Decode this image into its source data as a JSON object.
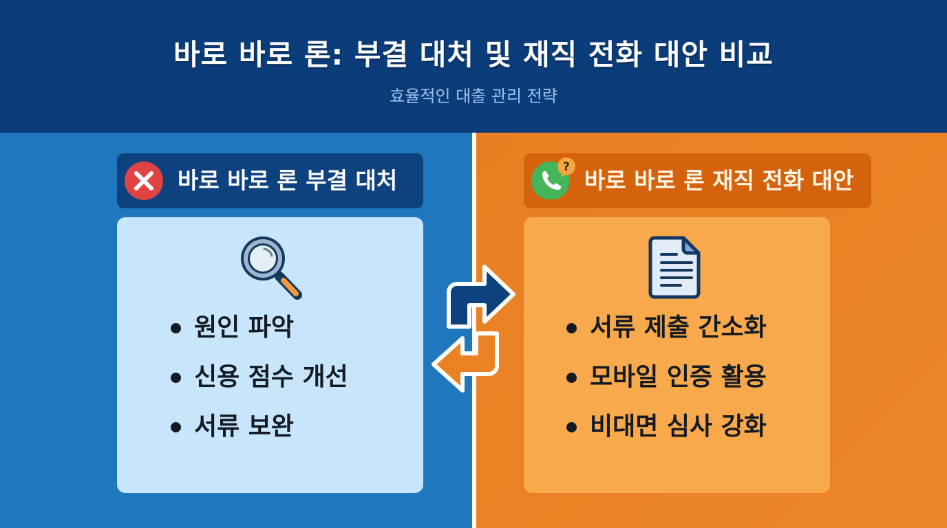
{
  "header": {
    "title": "바로 바로 론: 부결 대처 및 재직 전화 대안 비교",
    "subtitle": "효율적인 대출 관리 전략"
  },
  "colors": {
    "header_bg": "#0b3d7b",
    "left_panel_bg": "#1f78bd",
    "right_panel_bg": "#ea8224",
    "left_label_bg": "#0d427f",
    "right_label_bg": "#d5620c",
    "left_card_bg": "#c7e6fb",
    "right_card_bg": "#f8a94c",
    "reject_red": "#e04343",
    "phone_green": "#45b55a"
  },
  "left": {
    "badge_icon": "x-circle-icon",
    "label": "바로 바로 론 부결 대처",
    "card_icon": "magnifying-glass-icon",
    "items": [
      {
        "text": "원인 파악"
      },
      {
        "text": "신용 점수 개선"
      },
      {
        "text": "서류 보완"
      }
    ]
  },
  "right": {
    "badge_icon": "phone-question-icon",
    "label": "바로 바로 론 재직 전화 대안",
    "card_icon": "document-icon",
    "items": [
      {
        "text": "서류 제출 간소화"
      },
      {
        "text": "모바일 인증 활용"
      },
      {
        "text": "비대면 심사 강화"
      }
    ]
  },
  "center": {
    "icon": "swap-arrows-icon"
  }
}
